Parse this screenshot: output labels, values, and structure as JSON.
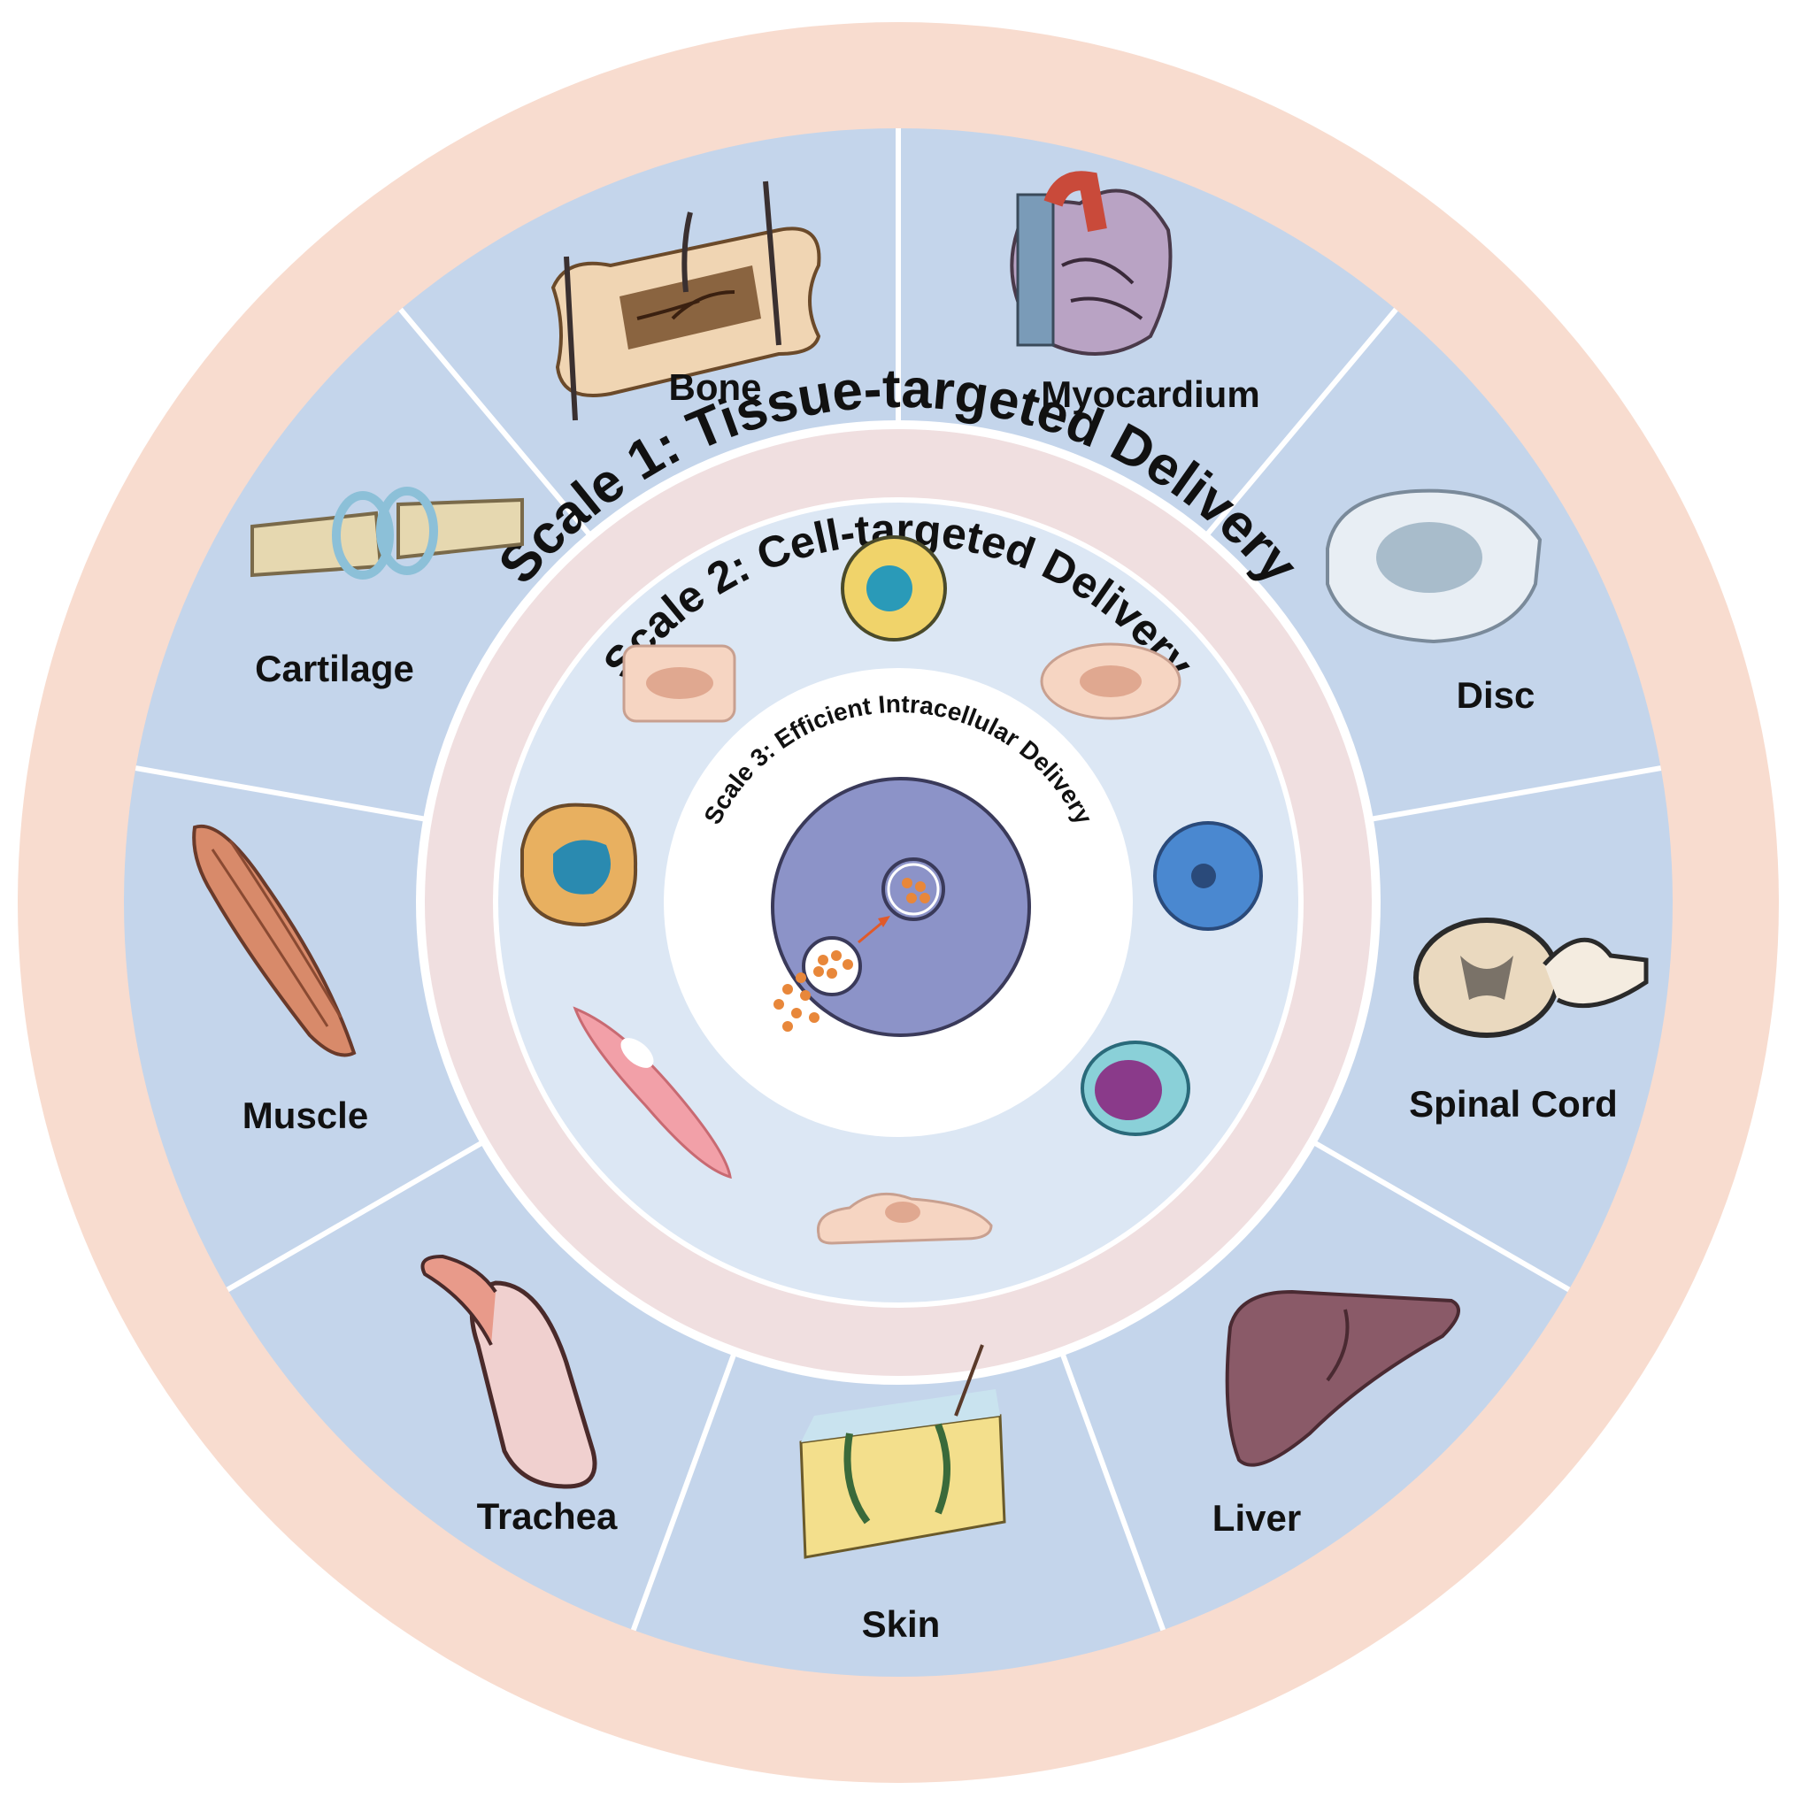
{
  "colors": {
    "outer_ring": "#f8dccf",
    "tissue_ring": "#c4d5eb",
    "tissue_divider": "#ffffff",
    "cell_ring": "#f0dfe0",
    "cell_disc": "#dce7f4",
    "core_disc": "#ffffff",
    "cell_body": "#8c93c8",
    "nanoparticle": "#e8873a"
  },
  "scale1": {
    "title": "Scale 1: Tissue-targeted Delivery",
    "tissues": [
      {
        "name": "Bone",
        "icon": "bone-icon"
      },
      {
        "name": "Myocardium",
        "icon": "heart-icon"
      },
      {
        "name": "Disc",
        "icon": "disc-icon"
      },
      {
        "name": "Spinal Cord",
        "icon": "spinal-cord-icon"
      },
      {
        "name": "Liver",
        "icon": "liver-icon"
      },
      {
        "name": "Skin",
        "icon": "skin-icon"
      },
      {
        "name": "Trachea",
        "icon": "trachea-icon"
      },
      {
        "name": "Muscle",
        "icon": "muscle-icon"
      },
      {
        "name": "Cartilage",
        "icon": "cartilage-icon"
      }
    ]
  },
  "scale2": {
    "title": "Scale 2: Cell-targeted Delivery",
    "cells": [
      "round-cell-icon",
      "oval-cell-icon",
      "blue-cell-icon",
      "purple-cell-icon",
      "flat-cell-icon",
      "spindle-cell-icon",
      "macrophage-icon",
      "square-cell-icon"
    ]
  },
  "scale3": {
    "title": "Scale 3: Efficient Intracellular Delivery"
  }
}
